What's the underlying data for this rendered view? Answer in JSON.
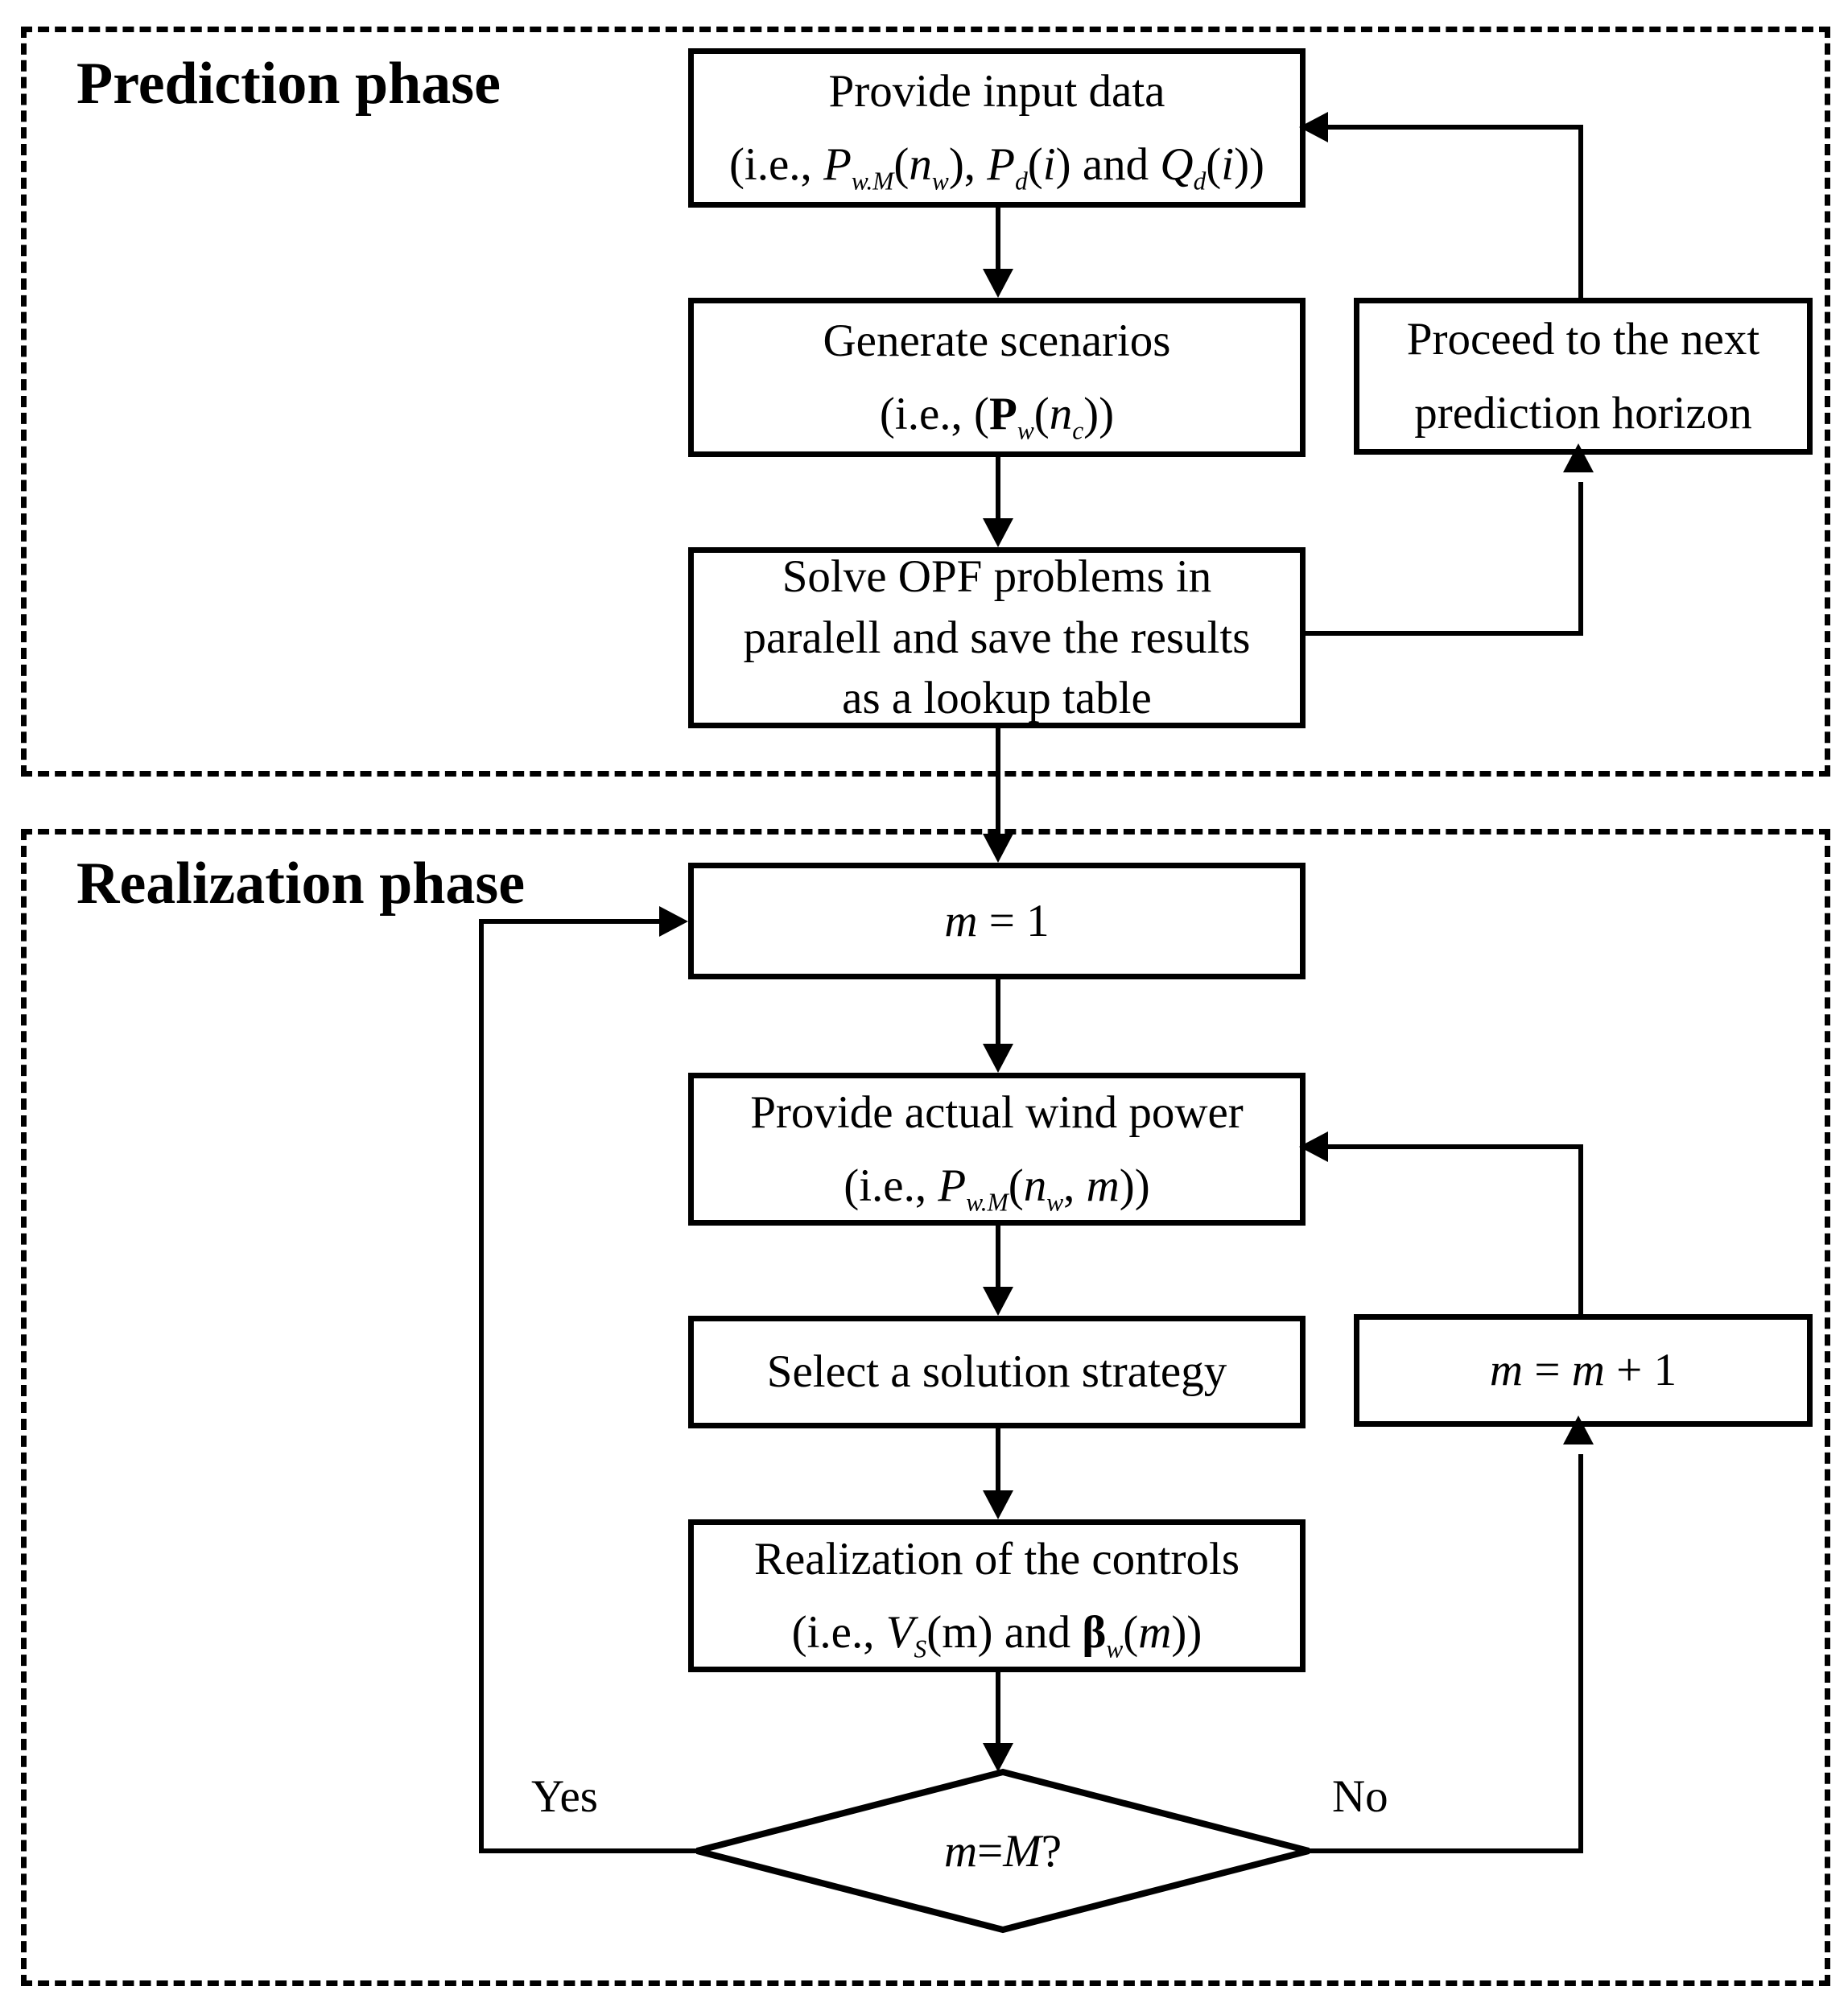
{
  "figure": {
    "ink": "#000000",
    "paper": "#ffffff",
    "prediction_phase": {
      "label": "Prediction phase",
      "provide_input": {
        "title": "Provide input data",
        "formula": "(i.e., *P*_{w.M}(*n*_{w}), *P*_{d}(*i*) and *Q*_{d}(*i*))"
      },
      "generate_scenarios": {
        "title": "Generate scenarios",
        "formula": "(i.e., (**P**_{w}(*n*_{c}))"
      },
      "proceed_horizon": {
        "line1": "Proceed to the next",
        "line2": "prediction horizon"
      },
      "solve_opf": {
        "line1": "Solve OPF problems in",
        "line2": "paralell and save the results",
        "line3": "as a lookup table"
      }
    },
    "realization_phase": {
      "label": "Realization phase",
      "m_init": {
        "formula": "*m* = 1"
      },
      "provide_actual": {
        "title": "Provide actual wind power",
        "formula": "(i.e., *P*_{w.M}(*n*_{w}, *m*))"
      },
      "select_strategy": {
        "title": "Select a solution strategy"
      },
      "m_increment": {
        "formula": "*m* = *m* + 1"
      },
      "realization_controls": {
        "title": "Realization of the controls",
        "formula": "(i.e., *V*_{S}(m) and **β**_{w}(*m*))"
      },
      "decision": {
        "formula": "*m* = *M* ?"
      },
      "yes_label": "Yes",
      "no_label": "No"
    }
  }
}
